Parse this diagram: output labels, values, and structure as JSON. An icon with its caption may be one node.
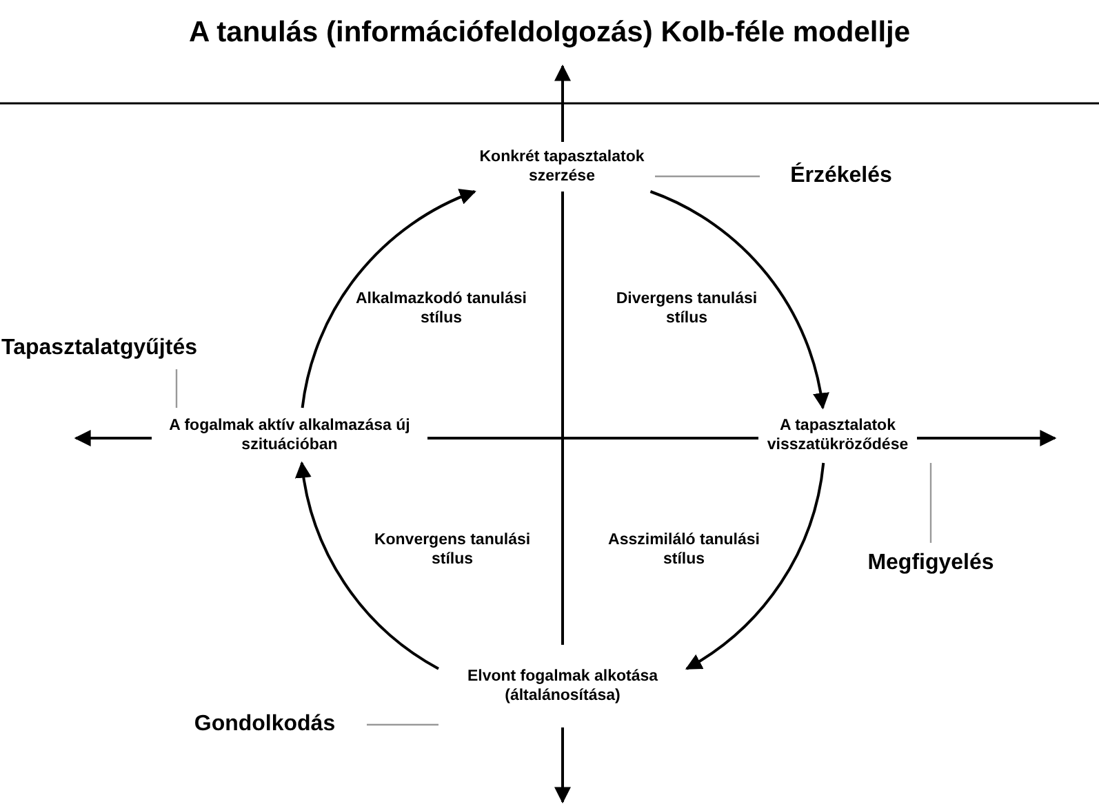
{
  "diagram": {
    "title": "A tanulás (információfeldolgozás) Kolb-féle modellje",
    "nodes": [
      {
        "text": [
          "Konkrét tapasztalatok szerzése"
        ]
      },
      {
        "text": [
          "A tapasztalatok visszatükröződése"
        ]
      },
      {
        "text": [
          "Elvont fogalmak alkotása (általánosítása)"
        ]
      },
      {
        "text": [
          "A fogalmak aktív alkalmazása új szituációban"
        ]
      },
      {
        "text": [
          "Érzékelés"
        ]
      },
      {
        "text": [
          "Megfigyelés"
        ]
      },
      {
        "text": [
          "Gondolkodás"
        ]
      },
      {
        "text": [
          "Tapasztalatgyűjtés"
        ]
      }
    ],
    "edges": [
      {
        "from": 0,
        "to": 1,
        "arrow": "to"
      },
      {
        "from": 1,
        "to": 2,
        "arrow": "to"
      },
      {
        "from": 2,
        "to": 3,
        "arrow": "to"
      },
      {
        "from": 3,
        "to": 0,
        "arrow": "to"
      },
      {
        "from": 0,
        "to": 2,
        "arrow": "none"
      },
      {
        "from": 3,
        "to": 1,
        "arrow": "none"
      },
      {
        "from": 0,
        "to": null,
        "arrow": "to"
      },
      {
        "from": 1,
        "to": null,
        "arrow": "to"
      },
      {
        "from": 2,
        "to": null,
        "arrow": "to"
      },
      {
        "from": 3,
        "to": null,
        "arrow": "to"
      },
      {
        "from": 4,
        "to": 0,
        "arrow": "none",
        "color": "#999999"
      },
      {
        "from": 5,
        "to": 1,
        "arrow": "none",
        "color": "#999999"
      },
      {
        "from": 6,
        "to": 2,
        "arrow": "none",
        "color": "#999999"
      },
      {
        "from": 7,
        "to": 3,
        "arrow": "none",
        "color": "#999999"
      }
    ],
    "labels": [
      "Alkalmazkodó tanulási stílus",
      "Divergens tanulási stílus",
      "Konvergens tanulási stílus",
      "Asszimiláló tanulási stílus"
    ]
  }
}
